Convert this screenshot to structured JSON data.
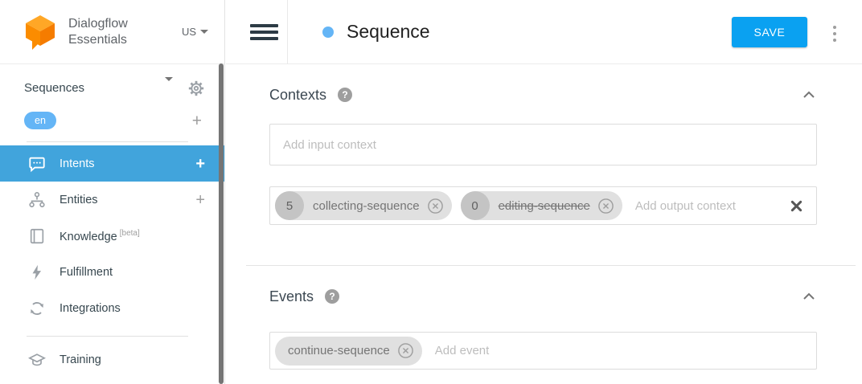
{
  "brand": {
    "line1": "Dialogflow",
    "line2": "Essentials",
    "region": "US"
  },
  "sidebar": {
    "agent_name": "Sequences",
    "language": "en",
    "add_symbol": "+",
    "items": [
      {
        "label": "Intents"
      },
      {
        "label": "Entities"
      },
      {
        "label": "Knowledge",
        "badge": "[beta]"
      },
      {
        "label": "Fulfillment"
      },
      {
        "label": "Integrations"
      },
      {
        "label": "Training"
      }
    ]
  },
  "header": {
    "title": "Sequence",
    "save": "SAVE"
  },
  "contexts": {
    "title": "Contexts",
    "help_glyph": "?",
    "input_placeholder": "Add input context",
    "output_placeholder": "Add output context",
    "output_chips": [
      {
        "lifespan": "5",
        "name": "collecting-sequence",
        "strikethrough": false
      },
      {
        "lifespan": "0",
        "name": "editing-sequence",
        "strikethrough": true
      }
    ]
  },
  "events": {
    "title": "Events",
    "help_glyph": "?",
    "event_chips": [
      {
        "name": "continue-sequence"
      }
    ],
    "placeholder": "Add event"
  },
  "colors": {
    "accent_blue": "#0aa1f1",
    "active_item_blue": "#41a4dc",
    "soft_blue": "#64b5f6",
    "chip_gray": "#e0e0e0",
    "logo_orange": "#F57C00"
  }
}
